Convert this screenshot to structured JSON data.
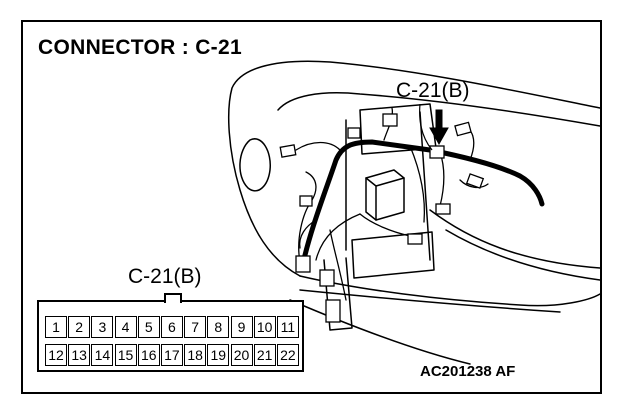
{
  "diagram": {
    "title": "CONNECTOR : C-21",
    "callout_top": "C-21(B)",
    "callout_connector": "C-21(B)",
    "figure_code": "AC201238  AF",
    "connector": {
      "top_row_pins": [
        "1",
        "2",
        "3",
        "4",
        "5",
        "6",
        "7",
        "8",
        "9",
        "10",
        "11"
      ],
      "bottom_row_pins": [
        "12",
        "13",
        "14",
        "15",
        "16",
        "17",
        "18",
        "19",
        "20",
        "21",
        "22"
      ]
    }
  }
}
